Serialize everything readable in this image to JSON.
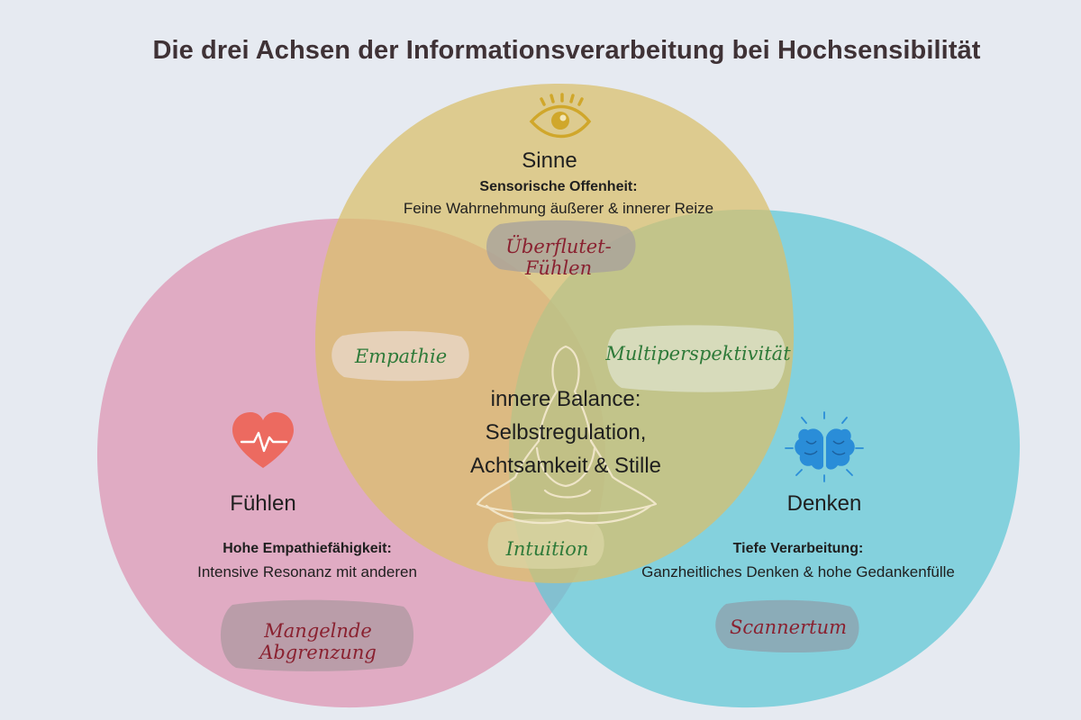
{
  "title": "Die drei Achsen der Informationsverarbeitung bei Hochsensibilität",
  "colors": {
    "background": "#e6eaf1",
    "sinne": "#d9bf6a",
    "fuehlen": "#de93b1",
    "denken": "#5ec7d6",
    "heart": "#ec6a60",
    "brain": "#2a8dd8",
    "eye": "#d0a72b",
    "script_red": "#8a2130",
    "script_green": "#2e7a39"
  },
  "sinne": {
    "heading": "Sinne",
    "subtitle": "Sensorische Offenheit:",
    "description": "Feine Wahrnehmung äußerer & innerer Reize",
    "tag": "Überflutet-Fühlen",
    "icon": "eye-icon"
  },
  "fuehlen": {
    "heading": "Fühlen",
    "subtitle": "Hohe Empathiefähigkeit:",
    "description": "Intensive Resonanz mit anderen",
    "tag": "Mangelnde Abgrenzung",
    "icon": "heart-icon"
  },
  "denken": {
    "heading": "Denken",
    "subtitle": "Tiefe Verarbeitung:",
    "description": "Ganzheitliches Denken & hohe Gedankenfülle",
    "tag": "Scannertum",
    "icon": "brain-icon"
  },
  "overlaps": {
    "sinne_fuehlen": "Empathie",
    "sinne_denken": "Multiperspektivität",
    "fuehlen_denken": "Intuition"
  },
  "center": {
    "line1": "innere Balance:",
    "line2": "Selbstregulation,",
    "line3": "Achtsamkeit & Stille",
    "icon": "meditation-figure-icon"
  }
}
